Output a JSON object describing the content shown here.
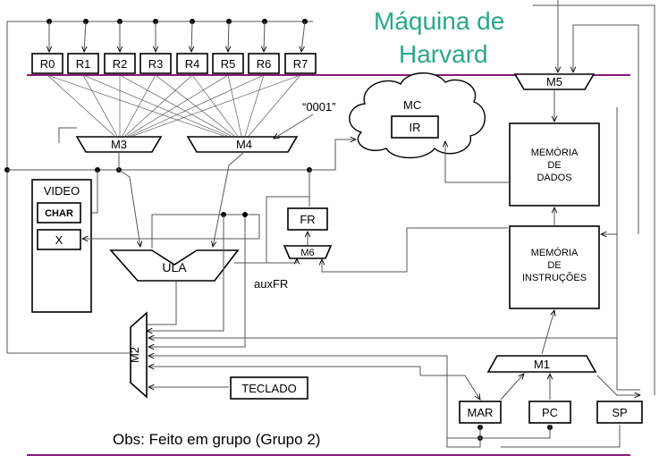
{
  "title": {
    "line1": "Máquina de",
    "line2": "Harvard",
    "color": "#2aa88a"
  },
  "registers": [
    "R0",
    "R1",
    "R2",
    "R3",
    "R4",
    "R5",
    "R6",
    "R7"
  ],
  "muxes": {
    "m3": "M3",
    "m4": "M4",
    "m5": "M5",
    "m6": "M6",
    "m1": "M1",
    "m2": "M2"
  },
  "alu": "ULA",
  "const_label": "“0001”",
  "mc": {
    "label": "MC",
    "ir": "IR"
  },
  "video": {
    "label": "VIDEO",
    "char": "CHAR",
    "x": "X"
  },
  "fr": "FR",
  "auxfr": "auxFR",
  "memoria_dados": [
    "MEMÓRIA",
    "DE",
    "DADOS"
  ],
  "memoria_instrucoes": [
    "MEMÓRIA",
    "DE",
    "INSTRUÇÕES"
  ],
  "teclado": "TECLADO",
  "mar": "MAR",
  "pc": "PC",
  "sp": "SP",
  "obs": "Obs: Feito em grupo (Grupo 2)",
  "bus_color": "#8a1a7a"
}
